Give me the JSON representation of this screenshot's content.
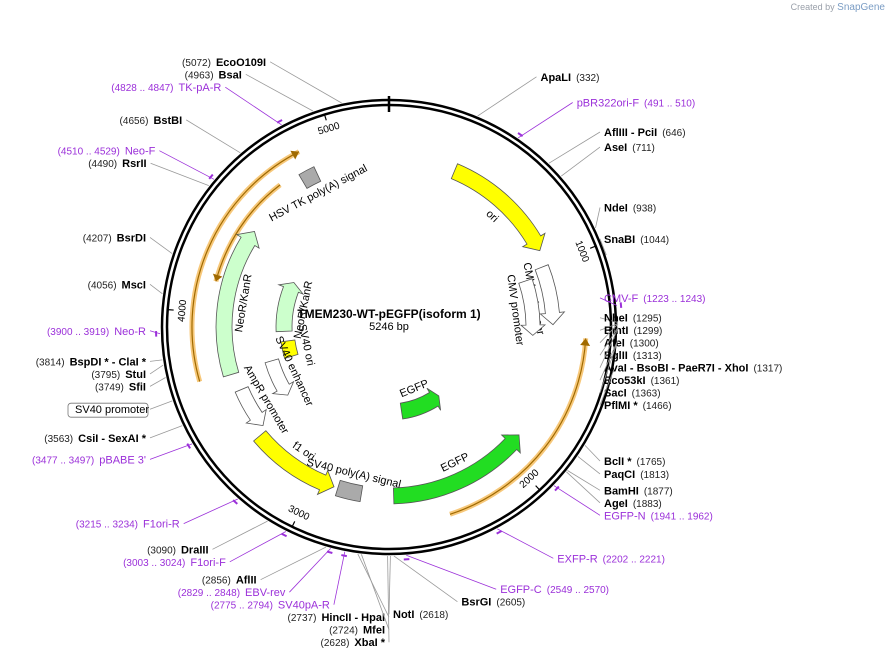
{
  "brand": {
    "created_by": "Created by",
    "name": "SnapGene"
  },
  "plasmid": {
    "name": "TMEM230-WT-pEGFP(isoform 1)",
    "size_label": "5246 bp",
    "length": 5246
  },
  "ticks": [
    "1000",
    "2000",
    "3000",
    "4000",
    "5000"
  ],
  "features": [
    {
      "id": "ori",
      "label": "ori",
      "color": "#ffff00",
      "start": 332,
      "end": 920,
      "dir": 1
    },
    {
      "id": "cmv-enhancer",
      "label": "CMV enhancer",
      "color": "#ffffff",
      "start": 1000,
      "end": 1300,
      "dir": 1
    },
    {
      "id": "cmv-promoter",
      "label": "CMV promoter",
      "color": "#ffffff",
      "start": 1040,
      "end": 1360,
      "dir": 1
    },
    {
      "id": "egfp-1",
      "label": "EGFP",
      "color": "#22dd22",
      "start": 1890,
      "end": 2600,
      "dir": -1
    },
    {
      "id": "egfp-2",
      "label": "EGFP",
      "color": "#22dd22",
      "start": 2100,
      "end": 2500,
      "dir": -1
    },
    {
      "id": "sv40-polya",
      "label": "SV40 poly(A) signal",
      "color": "#aaaaaa",
      "start": 2760,
      "end": 2880,
      "dir": 0
    },
    {
      "id": "f1-ori",
      "label": "f1 ori",
      "color": "#ffff00",
      "start": 2900,
      "end": 3350,
      "dir": -1
    },
    {
      "id": "ampr-promoter",
      "label": "AmpR promoter",
      "color": "#ffffff",
      "start": 3380,
      "end": 3600,
      "dir": -1
    },
    {
      "id": "sv40-ori",
      "label": "SV40 ori",
      "color": "#ffff00",
      "start": 3690,
      "end": 3820,
      "dir": 0
    },
    {
      "id": "sv40-enhancer",
      "label": "SV40 enhancer",
      "color": "#ffffff",
      "start": 3440,
      "end": 3700,
      "dir": -1
    },
    {
      "id": "neor-kanr-inner",
      "label": "NeoR/KanR",
      "color": "#ccffcc",
      "start": 3900,
      "end": 4300,
      "dir": 1
    },
    {
      "id": "neor-kanr-outer",
      "label": "NeoR/KanR",
      "color": "#ccffcc",
      "start": 3690,
      "end": 4450,
      "dir": 1
    },
    {
      "id": "hsv-tk-polya",
      "label": "HSV TK poly(A) signal",
      "color": "#aaaaaa",
      "start": 4800,
      "end": 4880,
      "dir": 0
    }
  ],
  "orfs": [
    {
      "id": "orf-egfp",
      "start": 1360,
      "end": 2360,
      "dir": -1
    },
    {
      "id": "orf-neo",
      "start": 3700,
      "end": 4850,
      "dir": 1
    },
    {
      "id": "orf-neo-inner",
      "start": 4150,
      "end": 4700,
      "dir": -1
    }
  ],
  "labels": [
    {
      "id": "ecoo109i",
      "kind": "enzyme",
      "name": "EcoO109I",
      "pos": "(5072)",
      "loc": 5072
    },
    {
      "id": "bsai",
      "kind": "enzyme",
      "name": "BsaI",
      "pos": "(4963)",
      "loc": 4963
    },
    {
      "id": "tk-pa-r",
      "kind": "primer",
      "name": "TK-pA-R",
      "pos": "(4828 .. 4847)",
      "loc": 4838
    },
    {
      "id": "bstbi",
      "kind": "enzyme",
      "name": "BstBI",
      "pos": "(4656)",
      "loc": 4656
    },
    {
      "id": "neo-f",
      "kind": "primer",
      "name": "Neo-F",
      "pos": "(4510 .. 4529)",
      "loc": 4520
    },
    {
      "id": "rsrii",
      "kind": "enzyme",
      "name": "RsrII",
      "pos": "(4490)",
      "loc": 4490
    },
    {
      "id": "bsrdi",
      "kind": "enzyme",
      "name": "BsrDI",
      "pos": "(4207)",
      "loc": 4207
    },
    {
      "id": "msci",
      "kind": "enzyme",
      "name": "MscI",
      "pos": "(4056)",
      "loc": 4056
    },
    {
      "id": "neo-r",
      "kind": "primer",
      "name": "Neo-R",
      "pos": "(3900 .. 3919)",
      "loc": 3910
    },
    {
      "id": "bspdi-clai",
      "kind": "enzyme",
      "name": "BspDI * - ClaI *",
      "pos": "(3814)",
      "loc": 3814
    },
    {
      "id": "stui",
      "kind": "enzyme",
      "name": "StuI",
      "pos": "(3795)",
      "loc": 3795
    },
    {
      "id": "sfii",
      "kind": "enzyme",
      "name": "SfiI",
      "pos": "(3749)",
      "loc": 3749
    },
    {
      "id": "sv40-promoter",
      "kind": "feature",
      "name": "SV40 promoter",
      "pos": "",
      "loc": 3660
    },
    {
      "id": "csii-sexai",
      "kind": "enzyme",
      "name": "CsiI - SexAI *",
      "pos": "(3563)",
      "loc": 3563
    },
    {
      "id": "pbabe-3",
      "kind": "primer",
      "name": "pBABE 3'",
      "pos": "(3477 .. 3497)",
      "loc": 3487
    },
    {
      "id": "f1ori-r",
      "kind": "primer",
      "name": "F1ori-R",
      "pos": "(3215 .. 3234)",
      "loc": 3225
    },
    {
      "id": "draiii",
      "kind": "enzyme",
      "name": "DraIII",
      "pos": "(3090)",
      "loc": 3090
    },
    {
      "id": "f1ori-f",
      "kind": "primer",
      "name": "F1ori-F",
      "pos": "(3003 .. 3024)",
      "loc": 3013
    },
    {
      "id": "afliii-2856",
      "kind": "enzyme",
      "name": "AflII",
      "pos": "(2856)",
      "loc": 2856
    },
    {
      "id": "ebv-rev",
      "kind": "primer",
      "name": "EBV-rev",
      "pos": "(2829 .. 2848)",
      "loc": 2838
    },
    {
      "id": "sv40pa-r",
      "kind": "primer",
      "name": "SV40pA-R",
      "pos": "(2775 .. 2794)",
      "loc": 2785
    },
    {
      "id": "hincii-hpai",
      "kind": "enzyme",
      "name": "HincII - HpaI",
      "pos": "(2737)",
      "loc": 2737
    },
    {
      "id": "mfei",
      "kind": "enzyme",
      "name": "MfeI",
      "pos": "(2724)",
      "loc": 2724
    },
    {
      "id": "xbai",
      "kind": "enzyme",
      "name": "XbaI *",
      "pos": "(2628)",
      "loc": 2628
    },
    {
      "id": "noti",
      "kind": "enzyme",
      "name": "NotI",
      "pos": "(2618)",
      "loc": 2618
    },
    {
      "id": "bsrgi",
      "kind": "enzyme",
      "name": "BsrGI",
      "pos": "(2605)",
      "loc": 2605
    },
    {
      "id": "egfp-c",
      "kind": "primer",
      "name": "EGFP-C",
      "pos": "(2549 .. 2570)",
      "loc": 2560
    },
    {
      "id": "exfp-r",
      "kind": "primer",
      "name": "EXFP-R",
      "pos": "(2202 .. 2221)",
      "loc": 2212
    },
    {
      "id": "egfp-n",
      "kind": "primer",
      "name": "EGFP-N",
      "pos": "(1941 .. 1962)",
      "loc": 1951
    },
    {
      "id": "agei",
      "kind": "enzyme",
      "name": "AgeI",
      "pos": "(1883)",
      "loc": 1883
    },
    {
      "id": "bamhi",
      "kind": "enzyme",
      "name": "BamHI",
      "pos": "(1877)",
      "loc": 1877
    },
    {
      "id": "paqci",
      "kind": "enzyme",
      "name": "PaqCI",
      "pos": "(1813)",
      "loc": 1813
    },
    {
      "id": "bcli",
      "kind": "enzyme",
      "name": "BclI *",
      "pos": "(1765)",
      "loc": 1765
    },
    {
      "id": "pflmi",
      "kind": "enzyme",
      "name": "PflMI *",
      "pos": "(1466)",
      "loc": 1466
    },
    {
      "id": "saci",
      "kind": "enzyme",
      "name": "SacI",
      "pos": "(1363)",
      "loc": 1363
    },
    {
      "id": "eco53ki",
      "kind": "enzyme",
      "name": "Eco53kI",
      "pos": "(1361)",
      "loc": 1361
    },
    {
      "id": "avai-group",
      "kind": "enzyme",
      "name": "AvaI - BsoBI - PaeR7I - XhoI",
      "pos": "(1317)",
      "loc": 1317
    },
    {
      "id": "bglii",
      "kind": "enzyme",
      "name": "BglII",
      "pos": "(1313)",
      "loc": 1313
    },
    {
      "id": "afei",
      "kind": "enzyme",
      "name": "AfeI",
      "pos": "(1300)",
      "loc": 1300
    },
    {
      "id": "bmti",
      "kind": "enzyme",
      "name": "BmtI",
      "pos": "(1299)",
      "loc": 1299
    },
    {
      "id": "nhei",
      "kind": "enzyme",
      "name": "NheI",
      "pos": "(1295)",
      "loc": 1295
    },
    {
      "id": "cmv-f",
      "kind": "primer",
      "name": "CMV-F",
      "pos": "(1223 .. 1243)",
      "loc": 1233
    },
    {
      "id": "snabi",
      "kind": "enzyme",
      "name": "SnaBI",
      "pos": "(1044)",
      "loc": 1044
    },
    {
      "id": "ndei",
      "kind": "enzyme",
      "name": "NdeI",
      "pos": "(938)",
      "loc": 938
    },
    {
      "id": "asei",
      "kind": "enzyme",
      "name": "AseI",
      "pos": "(711)",
      "loc": 711
    },
    {
      "id": "afliii-pcii",
      "kind": "enzyme",
      "name": "AflIII - PciI",
      "pos": "(646)",
      "loc": 646
    },
    {
      "id": "pbr322ori-f",
      "kind": "primer",
      "name": "pBR322ori-F",
      "pos": "(491 .. 510)",
      "loc": 500
    },
    {
      "id": "apali",
      "kind": "enzyme",
      "name": "ApaLI",
      "pos": "(332)",
      "loc": 332
    }
  ],
  "colors": {
    "primer": "#9b30d9",
    "orf": "#f7c87a",
    "orf_edge": "#a06a00",
    "backbone": "#000000"
  }
}
